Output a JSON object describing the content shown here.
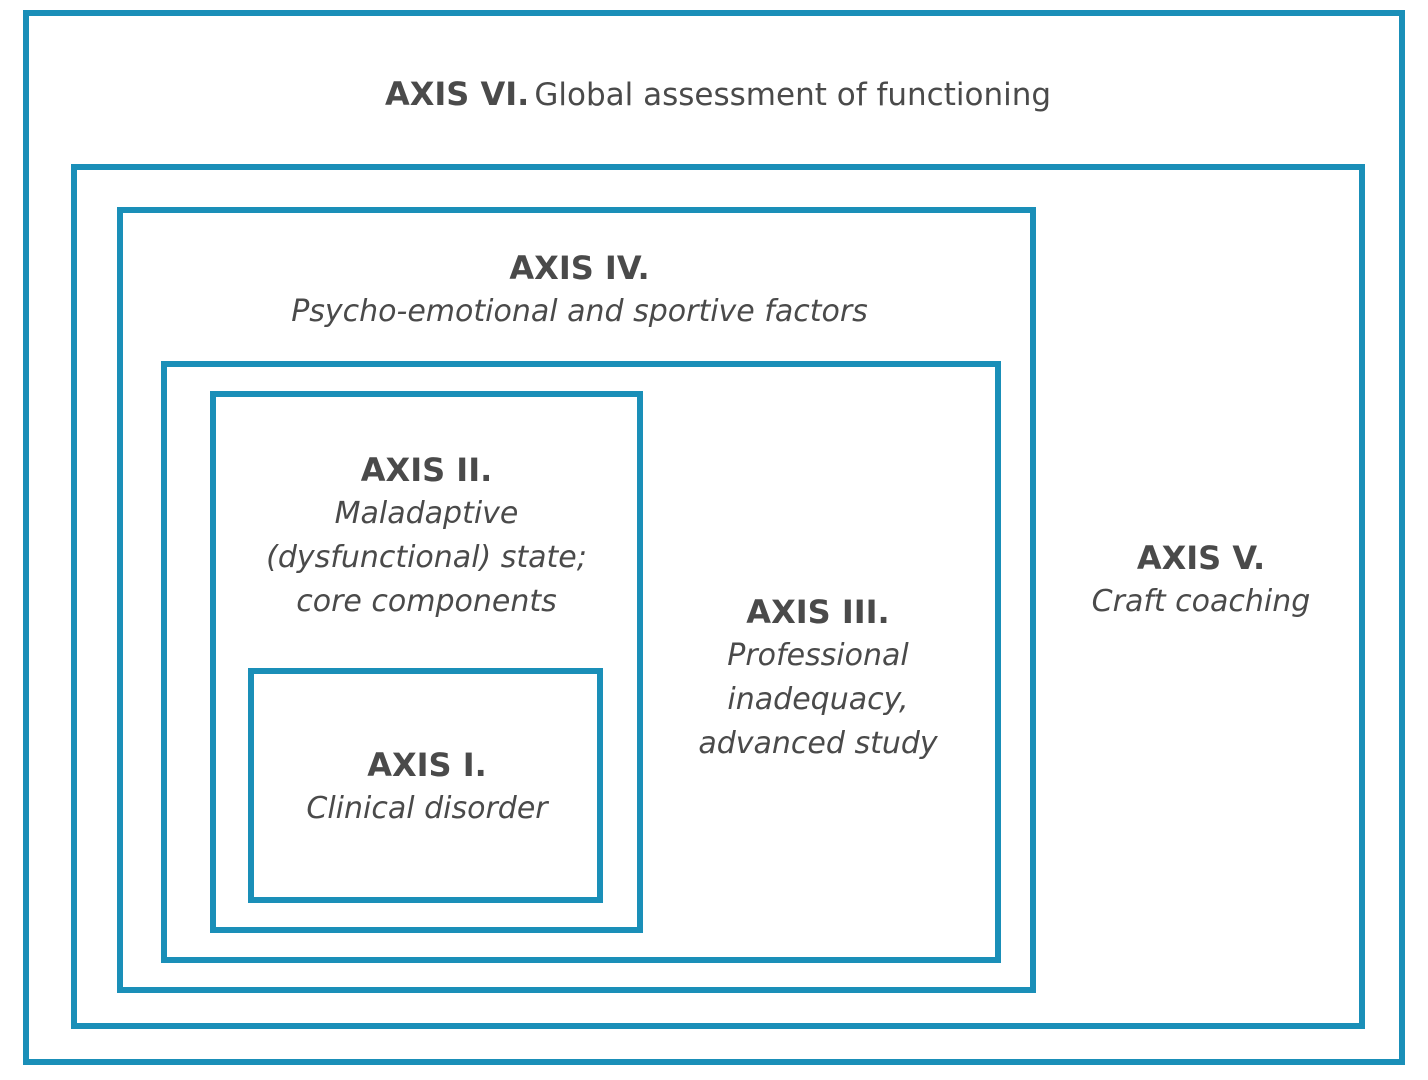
{
  "diagram": {
    "axis_6": {
      "name": "AXIS VI.",
      "description": "Global assessment of functioning"
    },
    "axis_5": {
      "name": "AXIS V.",
      "description": "Craft coaching"
    },
    "axis_4": {
      "name": "AXIS IV.",
      "description": "Psycho-emotional and sportive factors"
    },
    "axis_3": {
      "name": "AXIS III.",
      "description": "Professional\ninadequacy,\nadvanced study"
    },
    "axis_2": {
      "name": "AXIS II.",
      "description": "Maladaptive\n(dysfunctional) state;\ncore components"
    },
    "axis_1": {
      "name": "AXIS I.",
      "description": "Clinical disorder"
    },
    "colors": {
      "border": "#1a8fb8",
      "text": "#4a4a4a"
    }
  }
}
